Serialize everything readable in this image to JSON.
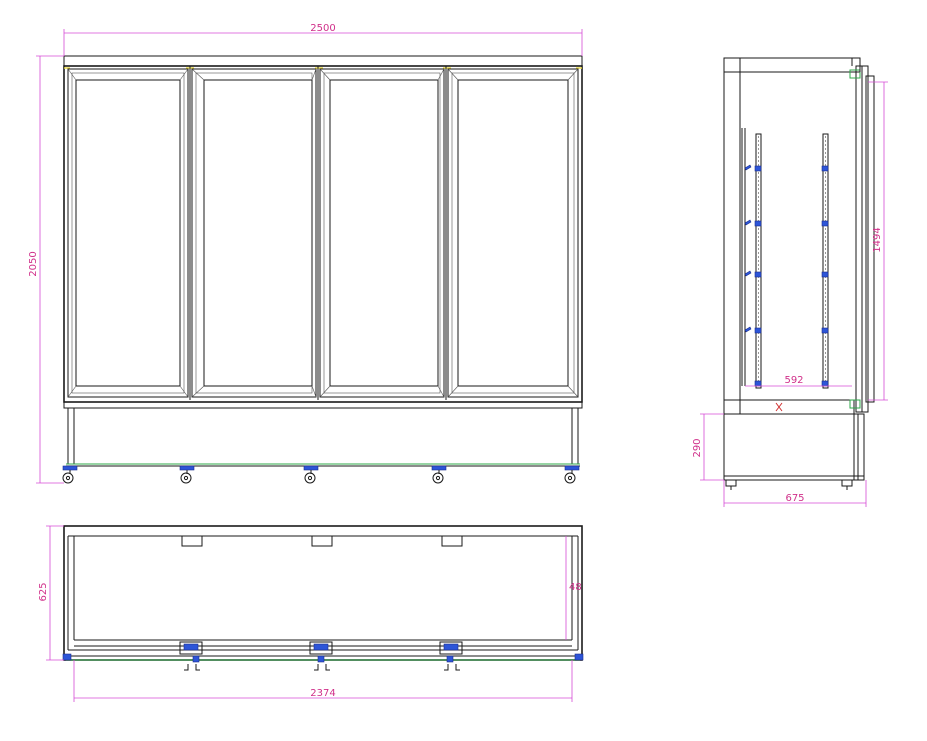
{
  "dimensions": {
    "front_width": "2500",
    "front_height": "2050",
    "side_shelf_height": "1494",
    "side_inner_depth": "592",
    "side_base_height": "290",
    "side_depth": "675",
    "plan_depth": "625",
    "plan_inner_width": "2374",
    "plan_wall": "48"
  },
  "colors": {
    "dimension_line": "#d64bd6",
    "dimension_text": "#d0308a",
    "outline": "#1a1a1a",
    "caster": "#2d55d8",
    "bumper": "#2fa84a"
  }
}
